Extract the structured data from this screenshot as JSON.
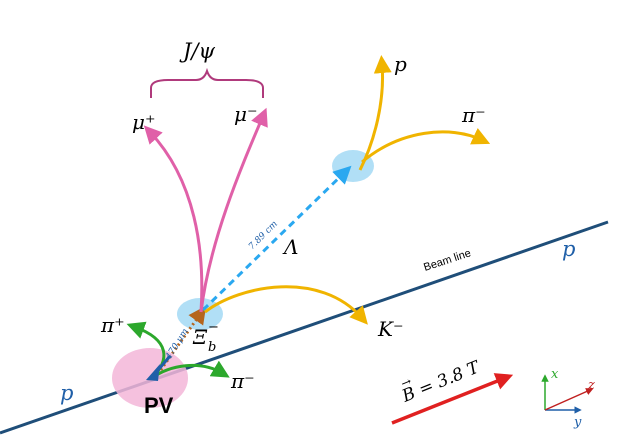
{
  "labels": {
    "jpsi": "J/ψ",
    "mu_plus": "μ⁺",
    "mu_minus": "μ⁻",
    "proton_decay": "p",
    "pi_minus_lambda": "π⁻",
    "lambda": "Λ",
    "lambda_distance": "7.89 cm",
    "beam_line": "Beam line",
    "proton_right": "p",
    "proton_left": "p",
    "pi_plus": "π⁺",
    "xi_b_base": "Ξ",
    "xi_b_sup": "−",
    "xi_b_sub": "b",
    "xi_distance": "470 μm",
    "k_minus": "K⁻",
    "pi_minus_pv": "π⁻",
    "pv": "PV",
    "b_field": "B = 3.8 T",
    "b_field_vec": "→",
    "axis_x": "x",
    "axis_y": "y",
    "axis_z": "z"
  },
  "colors": {
    "muon": "#e060a8",
    "brace": "#b03a7c",
    "lambda_products": "#f0b400",
    "lambda_dashed": "#2aa8f0",
    "xi_dotted": "#b5651d",
    "pion_green": "#2ca82c",
    "beam": "#1f4e79",
    "vertex_blue": "#a8dcf5",
    "pv_pink": "#f3b6d8",
    "pv_arrow": "#1f5fa8",
    "b_field": "#e02020",
    "axis_x": "#2ca82c",
    "axis_y": "#1f5fa8",
    "axis_z": "#c02020",
    "text_dark": "#000000",
    "text_blue": "#1f5fa8"
  }
}
